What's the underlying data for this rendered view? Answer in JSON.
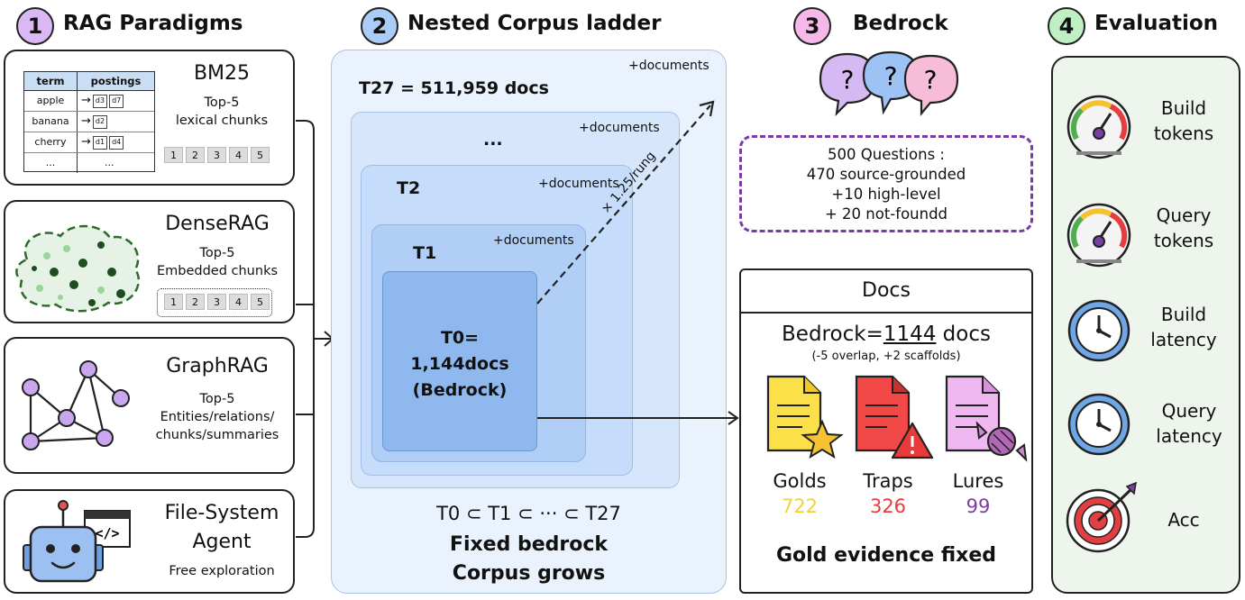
{
  "sections": {
    "rag": {
      "number": "1",
      "title": "RAG Paradigms"
    },
    "ladder": {
      "number": "2",
      "title": "Nested Corpus ladder"
    },
    "bedrock": {
      "number": "3",
      "title": "Bedrock"
    },
    "eval": {
      "number": "4",
      "title": "Evaluation"
    }
  },
  "rag_panels": {
    "bm25": {
      "title": "BM25",
      "sub1": "Top-5",
      "sub2": "lexical chunks",
      "table": {
        "headers": [
          "term",
          "postings"
        ],
        "rows": [
          {
            "term": "apple",
            "p1": "d3",
            "p2": "d7"
          },
          {
            "term": "banana",
            "p1": "d2",
            "p2": ""
          },
          {
            "term": "cherry",
            "p1": "d1",
            "p2": "d4"
          },
          {
            "term": "...",
            "p1": "...",
            "p2": ""
          }
        ]
      }
    },
    "dense": {
      "title": "DenseRAG",
      "sub1": "Top-5",
      "sub2": "Embedded chunks"
    },
    "graph": {
      "title": "GraphRAG",
      "sub1": "Top-5",
      "sub2": "Entities/relations/",
      "sub3": "chunks/summaries"
    },
    "fs": {
      "title1": "File-System",
      "title2": "Agent",
      "sub1": "Free exploration"
    },
    "chips": [
      "1",
      "2",
      "3",
      "4",
      "5"
    ]
  },
  "ladder": {
    "t27_label": "T27 = 511,959 docs",
    "plus_documents": "+documents",
    "ellipsis": "...",
    "t2": "T2",
    "t1": "T1",
    "t0_line1": "T0=",
    "t0_line2": "1,144docs",
    "t0_line3": "(Bedrock)",
    "rate": "× 1.25/rung",
    "subset_chain": "T0 ⊂ T1 ⊂ ··· ⊂ T27",
    "caption1": "Fixed bedrock",
    "caption2": "Corpus grows"
  },
  "bedrock": {
    "q_line1": "500 Questions :",
    "q_line2": "470 source-grounded",
    "q_line3": "+10 high-level",
    "q_line4": "+ 20 not-foundd",
    "docs_title": "Docs",
    "docs_prefix": "Bedrock=",
    "docs_number": "1144",
    "docs_suffix": " docs",
    "docs_note": "(-5 overlap, +2 scaffolds)",
    "doc_types": [
      {
        "label": "Golds",
        "count": "722",
        "color": "#f2d23a"
      },
      {
        "label": "Traps",
        "count": "326",
        "color": "#e63c3c"
      },
      {
        "label": "Lures",
        "count": "99",
        "color": "#7a3fa0"
      }
    ],
    "footer": "Gold evidence fixed"
  },
  "evaluation": {
    "metrics": [
      {
        "l1": "Build",
        "l2": "tokens",
        "icon": "gauge-icon"
      },
      {
        "l1": "Query",
        "l2": "tokens",
        "icon": "gauge-icon"
      },
      {
        "l1": "Build",
        "l2": "latency",
        "icon": "clock-icon"
      },
      {
        "l1": "Query",
        "l2": "latency",
        "icon": "clock-icon"
      },
      {
        "l1": "Acc",
        "l2": "",
        "icon": "target-icon"
      }
    ]
  },
  "colors": {
    "badge1": "#d9b8f3",
    "badge2": "#a9cdf7",
    "badge3": "#f6b8e8",
    "badge4": "#bff0c4",
    "eval_panel": "#edf5ec",
    "ladder_bg": "#eaf2fd",
    "t0": "#8fb8ee"
  }
}
